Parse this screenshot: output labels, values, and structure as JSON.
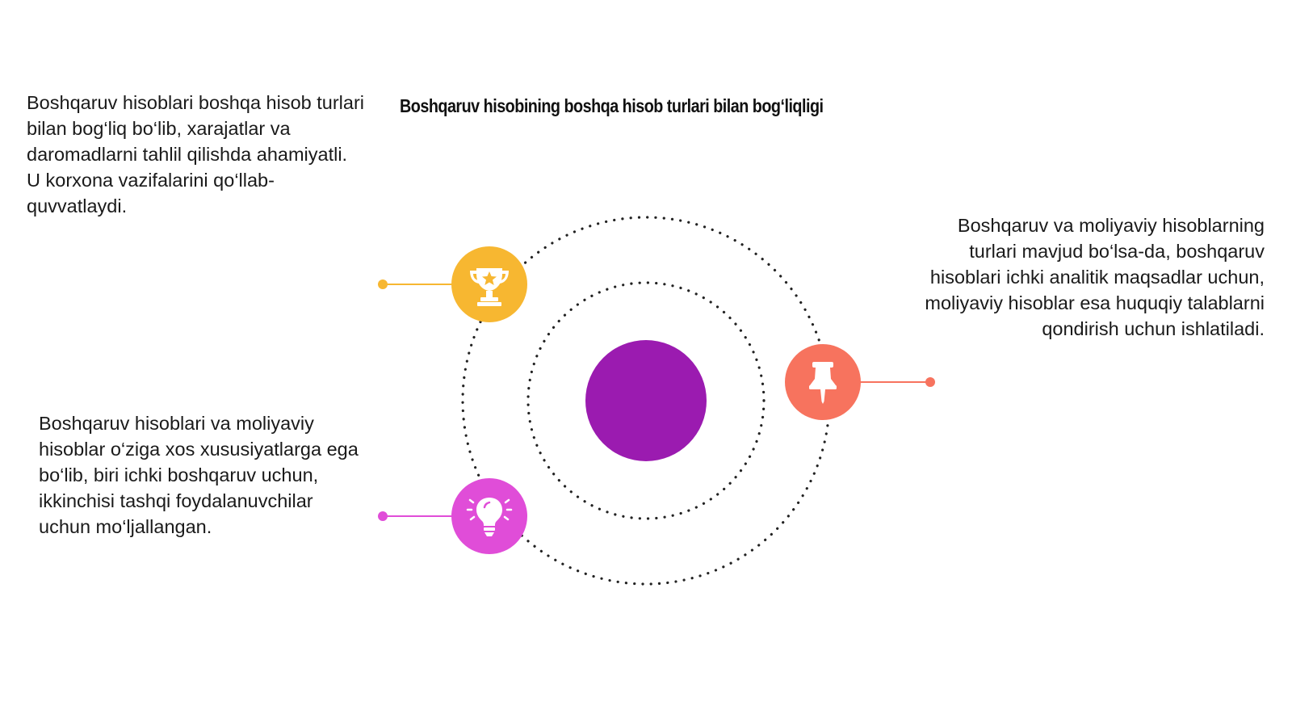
{
  "title": "Boshqaruv hisobining boshqa hisob turlari bilan bog‘liqligi",
  "items": [
    {
      "text": "Boshqaruv hisoblari boshqa hisob turlari bilan bog‘liq bo‘lib, xarajatlar va daromadlarni tahlil qilishda ahamiyatli. U korxona vazifalarini qo‘llab-quvvatlaydi.",
      "icon": "trophy-icon",
      "color": "#F7B731"
    },
    {
      "text": "Boshqaruv va moliyaviy hisoblarning turlari mavjud bo‘lsa-da, boshqaruv hisoblari ichki analitik maqsadlar uchun, moliyaviy hisoblar esa huquqiy talablarni qondirish uchun ishlatiladi.",
      "icon": "pushpin-icon",
      "color": "#F7735E"
    },
    {
      "text": "Boshqaruv hisoblari va moliyaviy hisoblar o‘ziga xos xususiyatlarga ega bo‘lib, biri ichki boshqaruv uchun, ikkinchisi tashqi foydalanuvchilar uchun mo‘ljallangan.",
      "icon": "lightbulb-icon",
      "color": "#E04DD8"
    }
  ],
  "center_color": "#9B1BB0"
}
